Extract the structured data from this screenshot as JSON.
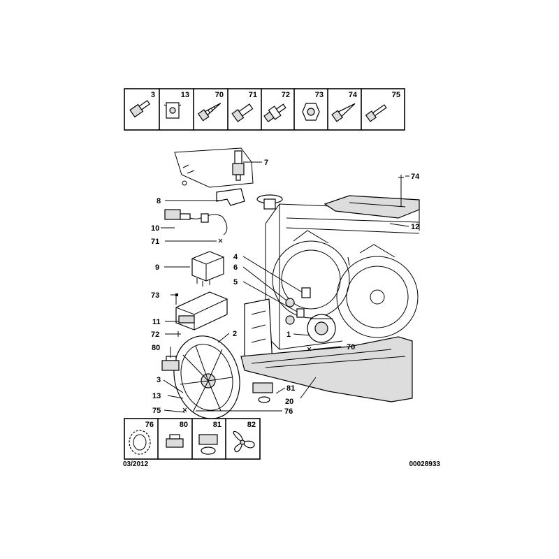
{
  "top_fasteners": [
    "3",
    "13",
    "70",
    "71",
    "72",
    "73",
    "74",
    "75"
  ],
  "bottom_accessories": [
    "76",
    "80",
    "81",
    "82"
  ],
  "callouts": {
    "c1": "1",
    "c2": "2",
    "c3": "3",
    "c4": "4",
    "c5": "5",
    "c6": "6",
    "c7": "7",
    "c8": "8",
    "c9": "9",
    "c10": "10",
    "c11": "11",
    "c12": "12",
    "c13": "13",
    "c20": "20",
    "c70": "70",
    "c71": "71",
    "c72": "72",
    "c73": "73",
    "c74": "74",
    "c75": "75",
    "c76": "76",
    "c80": "80",
    "c81": "81"
  },
  "footer": {
    "date": "03/2012",
    "ref": "00028933"
  }
}
